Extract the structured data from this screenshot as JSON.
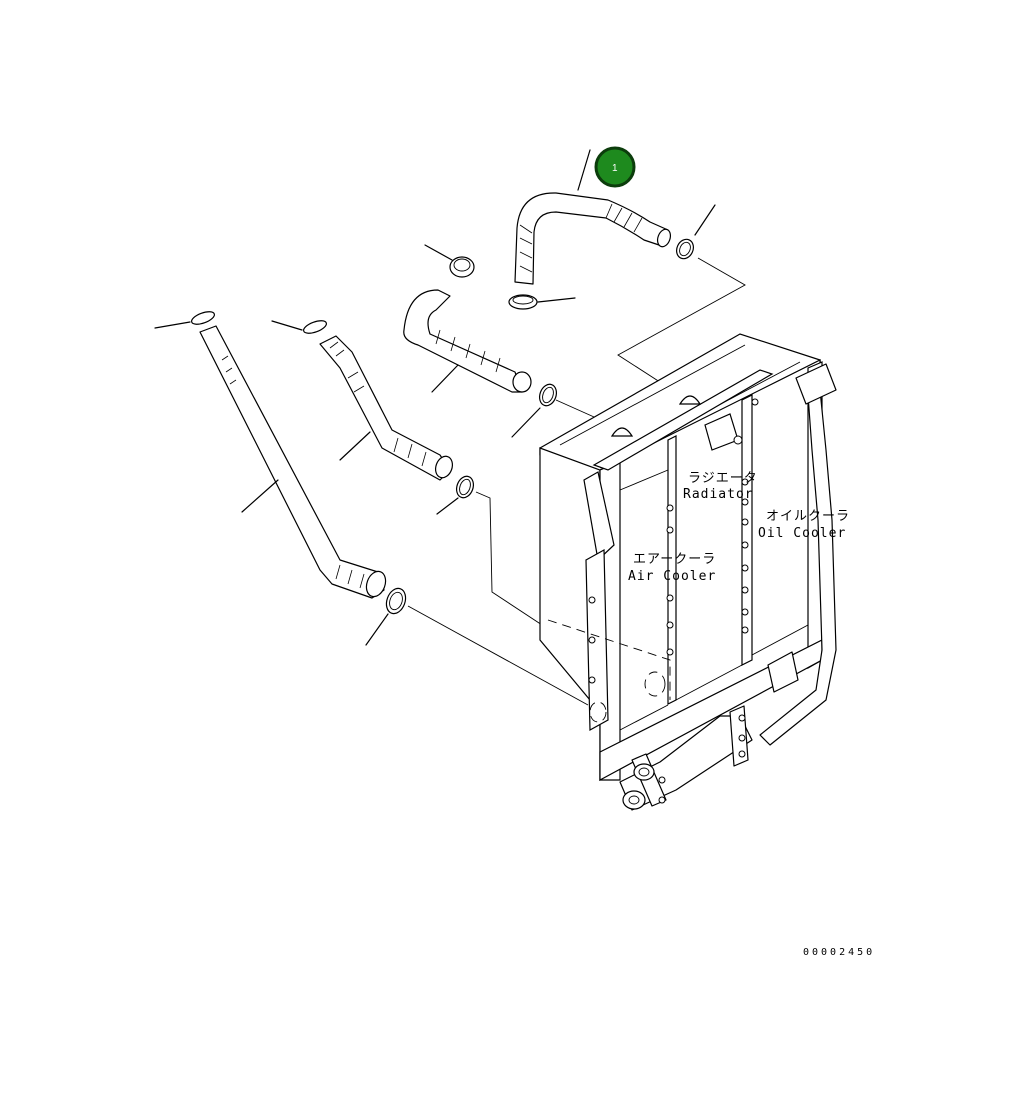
{
  "labels": {
    "radiator_jp": "ラジエータ",
    "radiator_en": "Radiator",
    "oil_cooler_jp": "オイルクーラ",
    "oil_cooler_en": "Oil Cooler",
    "air_cooler_jp": "エアークーラ",
    "air_cooler_en": "Air Cooler"
  },
  "callouts": [
    {
      "number": "1",
      "color": "#1e8a1e"
    }
  ],
  "drawing_number": "00002450"
}
